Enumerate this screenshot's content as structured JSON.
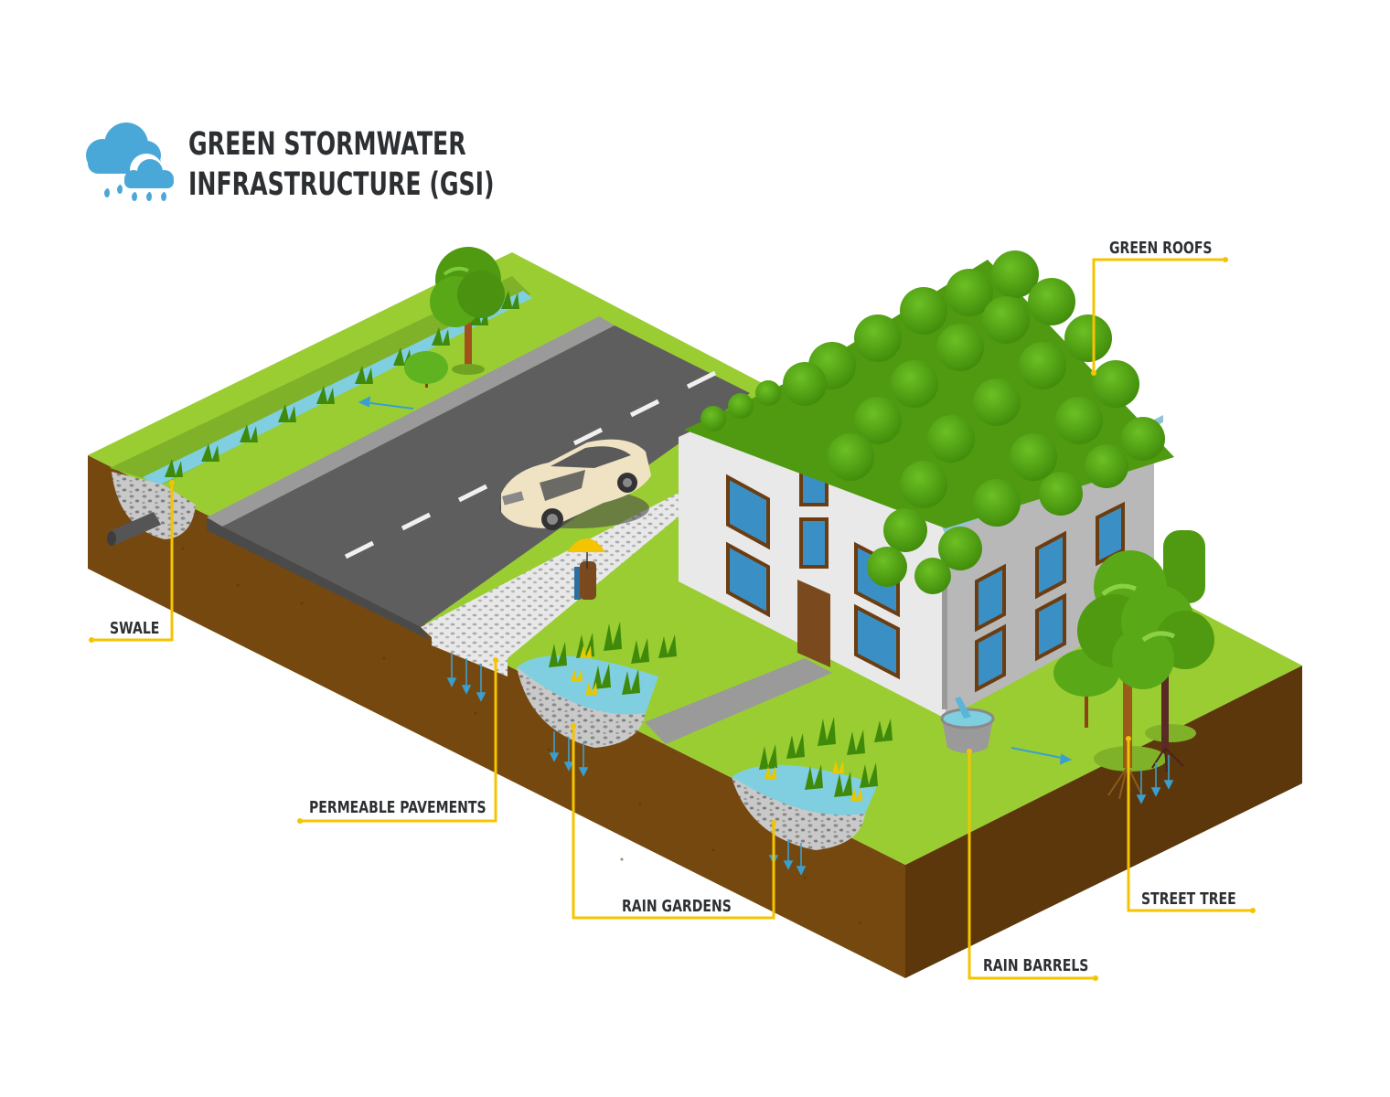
{
  "header": {
    "icon": "rain-cloud-icon",
    "title_line_1": "GREEN STORMWATER",
    "title_line_2": "INFRASTRUCTURE (GSI)"
  },
  "callouts": [
    {
      "id": "green-roofs",
      "label": "GREEN ROOFS"
    },
    {
      "id": "swale",
      "label": "SWALE"
    },
    {
      "id": "permeable-pavements",
      "label": "PERMEABLE PAVEMENTS"
    },
    {
      "id": "rain-gardens",
      "label": "RAIN GARDENS"
    },
    {
      "id": "rain-barrels",
      "label": "RAIN BARRELS"
    },
    {
      "id": "street-tree",
      "label": "STREET TREE"
    }
  ],
  "colors": {
    "icon_blue": "#4aa8d8",
    "callout_yellow": "#f5c400",
    "grass_light": "#9acd32",
    "grass_mid": "#7fb228",
    "soil_front": "#754810",
    "soil_side": "#5c370c",
    "asphalt": "#5e5e5e",
    "curb": "#9a9a9a",
    "house_wall": "#e9e9e9",
    "house_side": "#b8b8b8",
    "roof_green": "#4f9a10",
    "water": "#7fcfe0",
    "text_dark": "#2d3033"
  }
}
